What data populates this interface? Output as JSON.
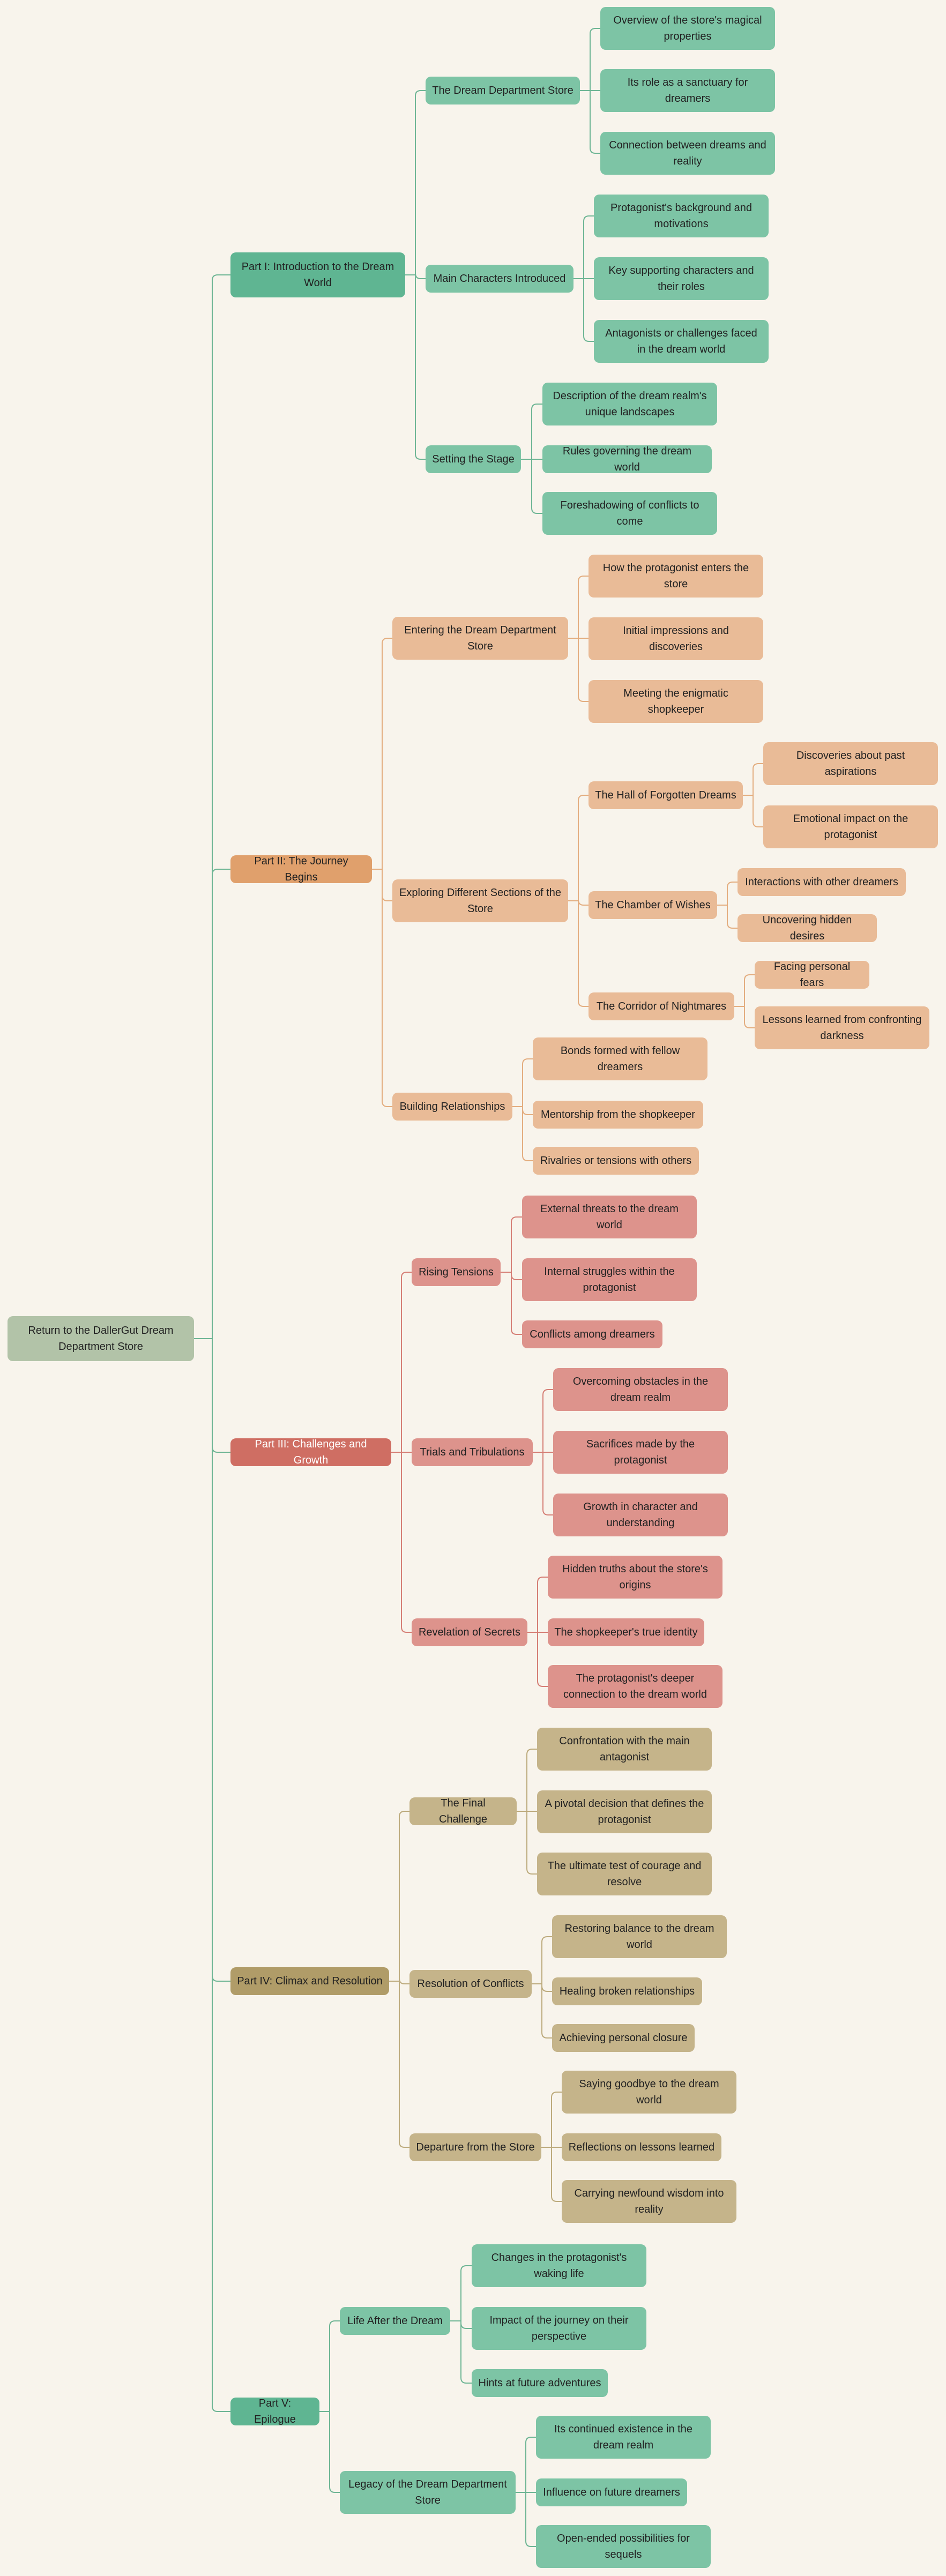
{
  "root": "Return to the DallerGut Dream Department Store",
  "colors": {
    "root": "#b2c3a8",
    "part1": "#5fb592",
    "part1_light": "#7dc4a5",
    "part1_line": "#6db594",
    "part2": "#e0a06c",
    "part2_light": "#e9bb97",
    "part2_line": "#e3ad7f",
    "part3": "#cf6e63",
    "part3_light": "#dd938c",
    "part3_line": "#d57e75",
    "part4": "#b09c68",
    "part4_light": "#c5b48a",
    "part4_line": "#bcaa7c",
    "part5": "#5fb592",
    "part5_light": "#7dc4a5",
    "part5_line": "#6db594",
    "background": "#f8f4ec"
  },
  "parts": [
    {
      "label": "Part I: Introduction to the Dream World",
      "sections": [
        {
          "label": "The Dream Department Store",
          "items": [
            "Overview of the store's magical properties",
            "Its role as a sanctuary for dreamers",
            "Connection between dreams and reality"
          ]
        },
        {
          "label": "Main Characters Introduced",
          "items": [
            "Protagonist's background and motivations",
            "Key supporting characters and their roles",
            "Antagonists or challenges faced in the dream world"
          ]
        },
        {
          "label": "Setting the Stage",
          "items": [
            "Description of the dream realm's unique landscapes",
            "Rules governing the dream world",
            "Foreshadowing of conflicts to come"
          ]
        }
      ]
    },
    {
      "label": "Part II: The Journey Begins",
      "sections": [
        {
          "label": "Entering the Dream Department Store",
          "items": [
            "How the protagonist enters the store",
            "Initial impressions and discoveries",
            "Meeting the enigmatic shopkeeper"
          ]
        },
        {
          "label": "Exploring Different Sections of the Store",
          "subsections": [
            {
              "label": "The Hall of Forgotten Dreams",
              "items": [
                "Discoveries about past aspirations",
                "Emotional impact on the protagonist"
              ]
            },
            {
              "label": "The Chamber of Wishes",
              "items": [
                "Interactions with other dreamers",
                "Uncovering hidden desires"
              ]
            },
            {
              "label": "The Corridor of Nightmares",
              "items": [
                "Facing personal fears",
                "Lessons learned from confronting darkness"
              ]
            }
          ]
        },
        {
          "label": "Building Relationships",
          "items": [
            "Bonds formed with fellow dreamers",
            "Mentorship from the shopkeeper",
            "Rivalries or tensions with others"
          ]
        }
      ]
    },
    {
      "label": "Part III: Challenges and Growth",
      "sections": [
        {
          "label": "Rising Tensions",
          "items": [
            "External threats to the dream world",
            "Internal struggles within the protagonist",
            "Conflicts among dreamers"
          ]
        },
        {
          "label": "Trials and Tribulations",
          "items": [
            "Overcoming obstacles in the dream realm",
            "Sacrifices made by the protagonist",
            "Growth in character and understanding"
          ]
        },
        {
          "label": "Revelation of Secrets",
          "items": [
            "Hidden truths about the store's origins",
            "The shopkeeper's true identity",
            "The protagonist's deeper connection to the dream world"
          ]
        }
      ]
    },
    {
      "label": "Part IV: Climax and Resolution",
      "sections": [
        {
          "label": "The Final Challenge",
          "items": [
            "Confrontation with the main antagonist",
            "A pivotal decision that defines the protagonist",
            "The ultimate test of courage and resolve"
          ]
        },
        {
          "label": "Resolution of Conflicts",
          "items": [
            "Restoring balance to the dream world",
            "Healing broken relationships",
            "Achieving personal closure"
          ]
        },
        {
          "label": "Departure from the Store",
          "items": [
            "Saying goodbye to the dream world",
            "Reflections on lessons learned",
            "Carrying newfound wisdom into reality"
          ]
        }
      ]
    },
    {
      "label": "Part V: Epilogue",
      "sections": [
        {
          "label": "Life After the Dream",
          "items": [
            "Changes in the protagonist's waking life",
            "Impact of the journey on their perspective",
            "Hints at future adventures"
          ]
        },
        {
          "label": "Legacy of the Dream Department Store",
          "items": [
            "Its continued existence in the dream realm",
            "Influence on future dreamers",
            "Open-ended possibilities for sequels"
          ]
        }
      ]
    }
  ]
}
